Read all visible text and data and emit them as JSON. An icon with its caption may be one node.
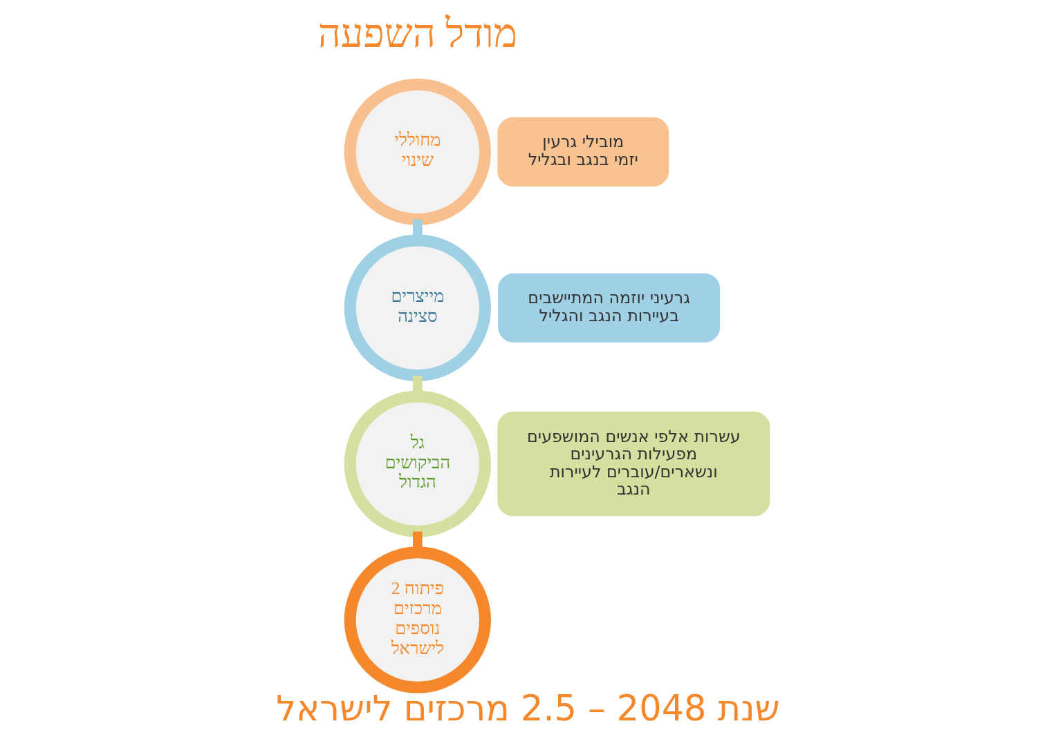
{
  "diagram": {
    "title": "מודל השפעה",
    "caption": "שנת 2048 – 2.5 מרכזים לישראל",
    "nodes": [
      {
        "text": [
          "מחוללי שינוי"
        ]
      },
      {
        "text": [
          "מובילי גרעין יזמי בנגב ובגליל"
        ]
      },
      {
        "text": [
          "מייצרים סצינה"
        ]
      },
      {
        "text": [
          "גרעיני יוזמה המתיישבים בעיירות הנגב והגליל"
        ]
      },
      {
        "text": [
          "גל הביקושים הגדול"
        ]
      },
      {
        "text": [
          "עשרות אלפי אנשים המושפעים מפעילות הגרעינים ונשארים/עוברים לעיירות הנגב"
        ]
      },
      {
        "text": [
          "פיתוח 2 מרכזים נוספים לישראל"
        ]
      }
    ],
    "edges": [
      {
        "from": 0,
        "to": 2,
        "arrow": "none",
        "color": "#a0d0e6"
      },
      {
        "from": 2,
        "to": 4,
        "arrow": "none",
        "color": "#d3e09f"
      },
      {
        "from": 4,
        "to": 6,
        "arrow": "none",
        "color": "#f5882a"
      }
    ]
  }
}
